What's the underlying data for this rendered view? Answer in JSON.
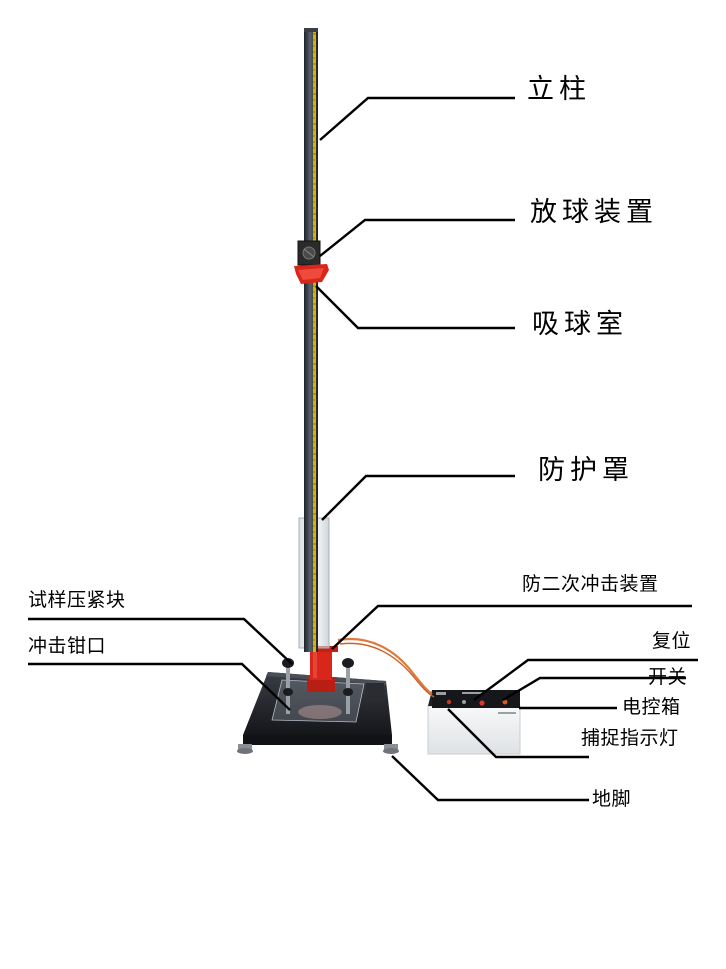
{
  "labels": {
    "column": "立柱",
    "ball_release": "放球装置",
    "suction_chamber": "吸球室",
    "shield": "防护罩",
    "anti_rebound": "防二次冲击装置",
    "specimen_clamp": "试样压紧块",
    "impact_jaw": "冲击钳口",
    "reset": "复位",
    "switch": "开关",
    "control_box": "电控箱",
    "capture_light": "捕捉指示灯",
    "feet": "地脚"
  },
  "colors": {
    "column": "#2a2f38",
    "scale": "#d8b400",
    "release_block": "#2b2b2b",
    "suction_ring": "#d8261a",
    "shield": "#d6dde2",
    "base": "#1e1f24",
    "cable": "#e07a3a",
    "leader_line": "#000000"
  }
}
